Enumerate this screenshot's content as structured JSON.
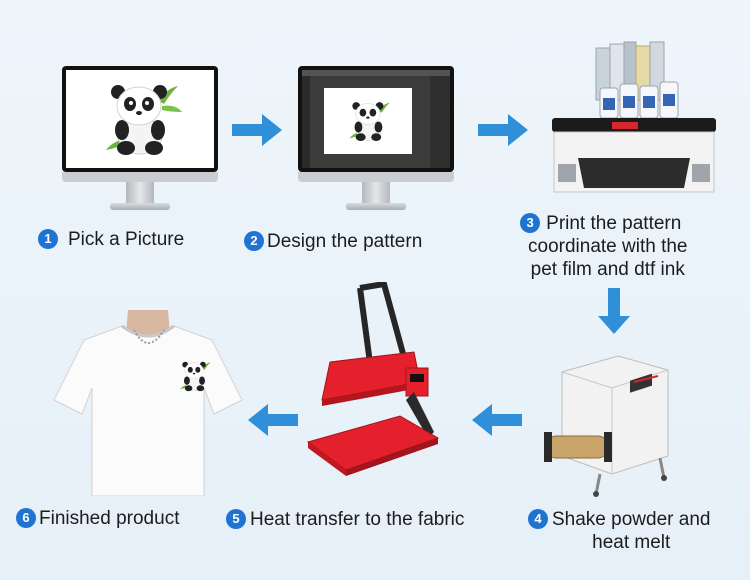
{
  "steps": [
    {
      "num": "1",
      "text": "Pick a Picture"
    },
    {
      "num": "2",
      "text": "Design the pattern"
    },
    {
      "num": "3",
      "line1": "Print the pattern",
      "line2": "coordinate with the",
      "line3": "pet film and dtf ink"
    },
    {
      "num": "4",
      "line1": "Shake powder and",
      "line2": "heat melt"
    },
    {
      "num": "5",
      "text": "Heat transfer to the fabric"
    },
    {
      "num": "6",
      "text": "Finished product"
    }
  ],
  "colors": {
    "badge": "#1f74d3",
    "arrow": "#2f8fd8",
    "press_red": "#e3202c"
  },
  "icons": {
    "printer_brand": "dtf-printer-brand-label"
  }
}
